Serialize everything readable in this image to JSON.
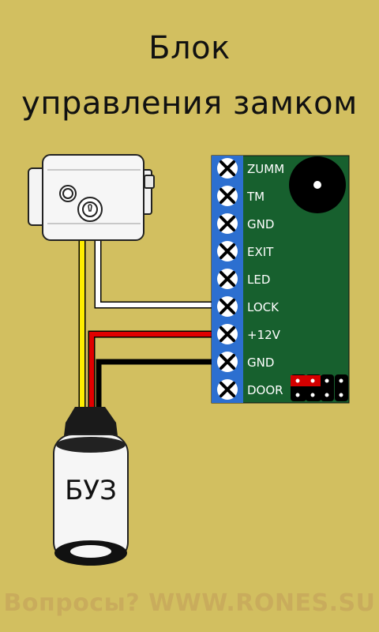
{
  "title": {
    "line1": "Блок",
    "line2": "управления замком"
  },
  "board": {
    "terminals": [
      "ZUMM",
      "TM",
      "GND",
      "EXIT",
      "LED",
      "LOCK",
      "+12V",
      "GND",
      "DOOR"
    ]
  },
  "power_supply": {
    "label": "БУЗ"
  },
  "footer": "Вопросы? WWW.RONES.SU",
  "colors": {
    "background": "#d2bf60",
    "terminal_block": "#2c6fd0",
    "board": "#17602e",
    "wire_white": "#ffffff",
    "wire_red": "#e00000",
    "wire_black": "#000000",
    "wire_yellow": "#ffee00"
  }
}
